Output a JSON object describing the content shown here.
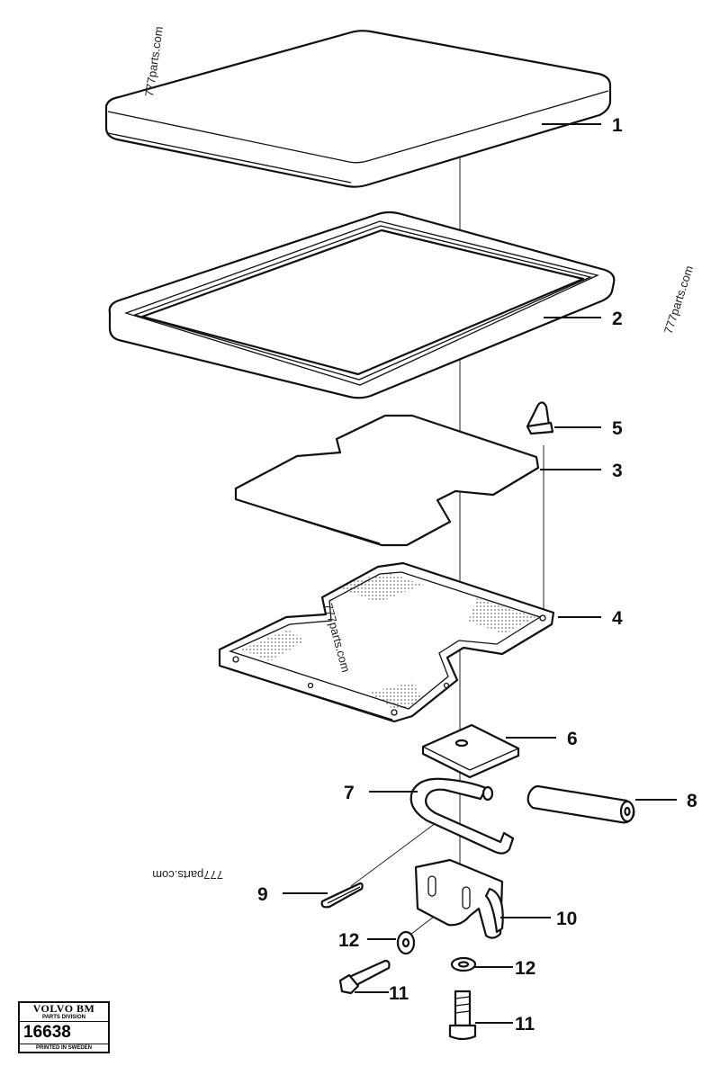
{
  "watermarks": [
    "777parts.com",
    "777parts.com",
    "777parts.com",
    "777parts.com"
  ],
  "callouts": [
    "1",
    "2",
    "3",
    "4",
    "5",
    "6",
    "7",
    "8",
    "9",
    "10",
    "11",
    "11",
    "12",
    "12"
  ],
  "stamp": {
    "brand": "VOLVO BM",
    "division": "PARTS DIVISION",
    "code": "16638",
    "printed": "PRINTED IN SWEDEN"
  }
}
